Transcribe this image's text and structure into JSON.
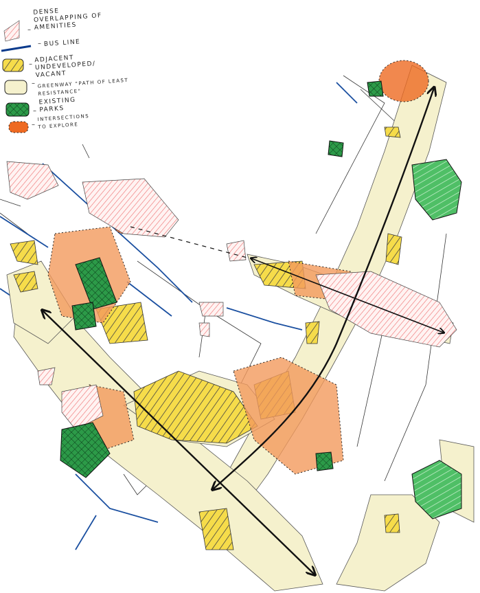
{
  "legend": {
    "items": [
      {
        "id": "amenities",
        "label": "Dense overlapping of amenities",
        "color": "#e84a4a"
      },
      {
        "id": "bus",
        "label": "Bus line",
        "color": "#0a3a8c"
      },
      {
        "id": "vacant",
        "label": "Adjacent undeveloped/ vacant",
        "color": "#e8c21a"
      },
      {
        "id": "greenway",
        "label": "Greenway \"path of least resistance\"",
        "color": "#f3efc4"
      },
      {
        "id": "parks",
        "label": "Existing parks",
        "color": "#1f8a3a"
      },
      {
        "id": "intersections",
        "label": "Intersections to explore",
        "color": "#ee6a22"
      }
    ]
  }
}
